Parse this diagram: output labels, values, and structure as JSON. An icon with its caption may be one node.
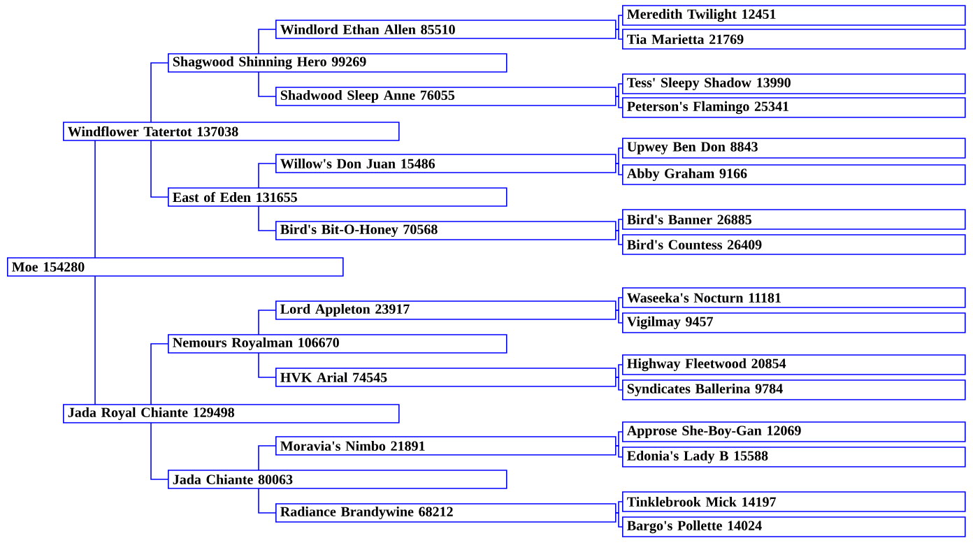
{
  "diagram": {
    "nodes": [
      {
        "text": [
          "Moe 154280"
        ]
      },
      {
        "text": [
          "Windflower Tatertot 137038"
        ]
      },
      {
        "text": [
          "Shagwood Shinning Hero 99269"
        ]
      },
      {
        "text": [
          "Windlord Ethan Allen 85510"
        ]
      },
      {
        "text": [
          "Meredith Twilight 12451"
        ]
      },
      {
        "text": [
          "Tia Marietta 21769"
        ]
      },
      {
        "text": [
          "Shadwood Sleep Anne 76055"
        ]
      },
      {
        "text": [
          "Tess' Sleepy Shadow 13990"
        ]
      },
      {
        "text": [
          "Peterson's Flamingo 25341"
        ]
      },
      {
        "text": [
          "East of Eden 131655"
        ]
      },
      {
        "text": [
          "Willow's Don Juan 15486"
        ]
      },
      {
        "text": [
          "Upwey Ben Don 8843"
        ]
      },
      {
        "text": [
          "Abby Graham 9166"
        ]
      },
      {
        "text": [
          "Bird's Bit-O-Honey 70568"
        ]
      },
      {
        "text": [
          "Bird's Banner 26885"
        ]
      },
      {
        "text": [
          "Bird's Countess 26409"
        ]
      },
      {
        "text": [
          "Jada Royal Chiante 129498"
        ]
      },
      {
        "text": [
          "Nemours Royalman 106670"
        ]
      },
      {
        "text": [
          "Lord Appleton 23917"
        ]
      },
      {
        "text": [
          "Waseeka's Nocturn 11181"
        ]
      },
      {
        "text": [
          "Vigilmay 9457"
        ]
      },
      {
        "text": [
          "HVK Arial 74545"
        ]
      },
      {
        "text": [
          "Highway Fleetwood 20854"
        ]
      },
      {
        "text": [
          "Syndicates Ballerina 9784"
        ]
      },
      {
        "text": [
          "Jada Chiante 80063"
        ]
      },
      {
        "text": [
          "Moravia's Nimbo 21891"
        ]
      },
      {
        "text": [
          "Approse She-Boy-Gan 12069"
        ]
      },
      {
        "text": [
          "Edonia's Lady B 15588"
        ]
      },
      {
        "text": [
          "Radiance Brandywine 68212"
        ]
      },
      {
        "text": [
          "Tinklebrook Mick 14197"
        ]
      },
      {
        "text": [
          "Bargo's Pollette 14024"
        ]
      }
    ],
    "edges": [
      {
        "from": 0,
        "to": 1,
        "arrow": "none"
      },
      {
        "from": 1,
        "to": 2,
        "arrow": "none"
      },
      {
        "from": 2,
        "to": 3,
        "arrow": "none"
      },
      {
        "from": 3,
        "to": 4,
        "arrow": "none"
      },
      {
        "from": 3,
        "to": 5,
        "arrow": "none"
      },
      {
        "from": 2,
        "to": 6,
        "arrow": "none"
      },
      {
        "from": 6,
        "to": 7,
        "arrow": "none"
      },
      {
        "from": 6,
        "to": 8,
        "arrow": "none"
      },
      {
        "from": 1,
        "to": 9,
        "arrow": "none"
      },
      {
        "from": 9,
        "to": 10,
        "arrow": "none"
      },
      {
        "from": 10,
        "to": 11,
        "arrow": "none"
      },
      {
        "from": 10,
        "to": 12,
        "arrow": "none"
      },
      {
        "from": 9,
        "to": 13,
        "arrow": "none"
      },
      {
        "from": 13,
        "to": 14,
        "arrow": "none"
      },
      {
        "from": 13,
        "to": 15,
        "arrow": "none"
      },
      {
        "from": 0,
        "to": 16,
        "arrow": "none"
      },
      {
        "from": 16,
        "to": 17,
        "arrow": "none"
      },
      {
        "from": 17,
        "to": 18,
        "arrow": "none"
      },
      {
        "from": 18,
        "to": 19,
        "arrow": "none"
      },
      {
        "from": 18,
        "to": 20,
        "arrow": "none"
      },
      {
        "from": 17,
        "to": 21,
        "arrow": "none"
      },
      {
        "from": 21,
        "to": 22,
        "arrow": "none"
      },
      {
        "from": 21,
        "to": 23,
        "arrow": "none"
      },
      {
        "from": 16,
        "to": 24,
        "arrow": "none"
      },
      {
        "from": 24,
        "to": 25,
        "arrow": "none"
      },
      {
        "from": 25,
        "to": 26,
        "arrow": "none"
      },
      {
        "from": 25,
        "to": 27,
        "arrow": "none"
      },
      {
        "from": 24,
        "to": 28,
        "arrow": "none"
      },
      {
        "from": 28,
        "to": 29,
        "arrow": "none"
      },
      {
        "from": 28,
        "to": 30,
        "arrow": "none"
      }
    ]
  }
}
